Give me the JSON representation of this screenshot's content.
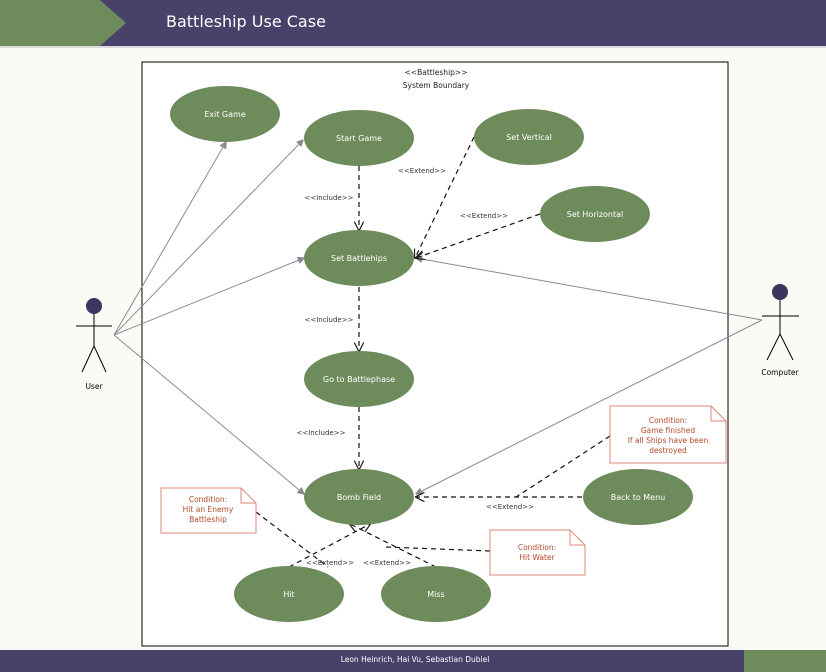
{
  "title": "Battleship Use Case",
  "footer": "Leon Heinrich, Hai Vu, Sebastian Dubiel",
  "system": {
    "stereotype": "<<Battleship>>",
    "name": "System Boundary"
  },
  "actors": {
    "user": "User",
    "computer": "Computer"
  },
  "use_cases": {
    "exit_game": "Exit Game",
    "start_game": "Start Game",
    "set_vertical": "Set Vertical",
    "set_horizontal": "Set Horizontal",
    "set_battleships": "Set Battlehips",
    "go_to_battlephase": "Go to Battlephase",
    "bomb_field": "Bomb Field",
    "back_to_menu": "Back to Menu",
    "hit": "Hit",
    "miss": "Miss"
  },
  "relations": {
    "include": "<<Include>>",
    "extend": "<<Extend>>"
  },
  "notes": {
    "game_finished": [
      "Condition:",
      "Game finished",
      "If all Ships have been",
      "destroyed"
    ],
    "hit_enemy": [
      "Condition:",
      "Hit an Enemy",
      "Battleship"
    ],
    "hit_water": [
      "Condition:",
      "Hit Water"
    ]
  },
  "colors": {
    "header": "#484169",
    "header_accent": "#6e8b5c",
    "use_case_fill": "#6e8b5c",
    "note_border": "#e08a7a",
    "note_text": "#b34a2a",
    "actor": "#3d3560"
  }
}
